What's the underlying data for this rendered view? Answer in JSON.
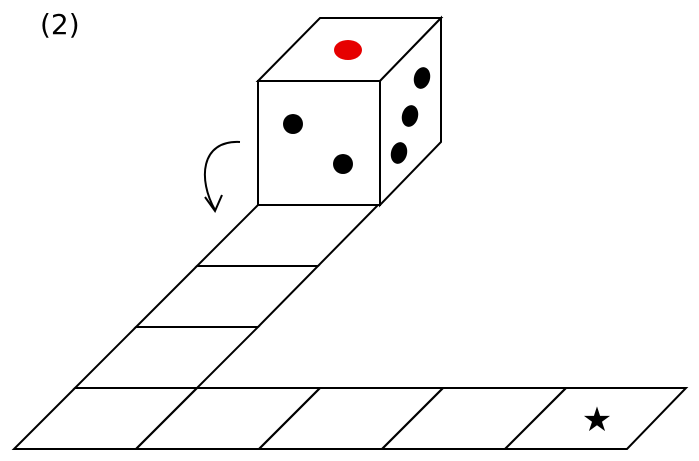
{
  "problem": {
    "label": "(2)"
  },
  "board": {
    "goal_mark": "★"
  },
  "die": {
    "top_pips": 1,
    "front_pips": 2,
    "side_pips": 3,
    "top_pip_color": "#e60000",
    "pip_color": "#000000"
  },
  "roll_arrow": {
    "icon": "curved-arrow-icon"
  }
}
